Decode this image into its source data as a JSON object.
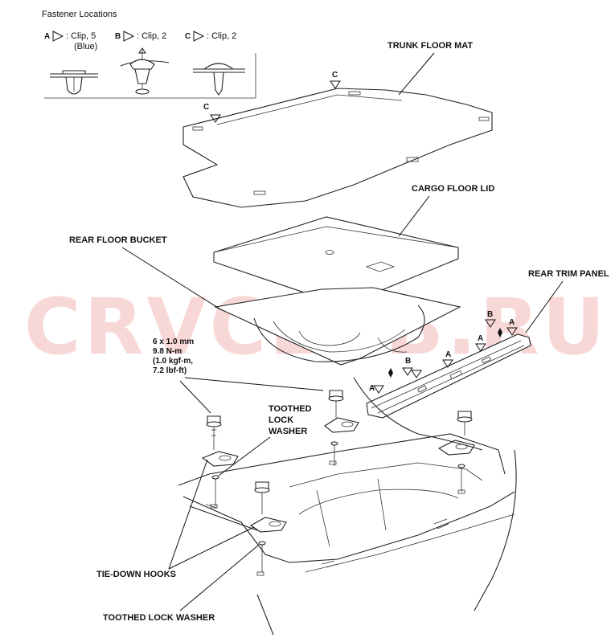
{
  "header": {
    "title": "Fastener Locations",
    "fasteners": [
      {
        "letter": "A",
        "desc": ": Clip, 5",
        "note": "(Blue)"
      },
      {
        "letter": "B",
        "desc": ": Clip, 2",
        "note": ""
      },
      {
        "letter": "C",
        "desc": ": Clip, 2",
        "note": ""
      }
    ]
  },
  "labels": {
    "trunk_floor_mat": "TRUNK FLOOR MAT",
    "cargo_floor_lid": "CARGO FLOOR LID",
    "rear_floor_bucket": "REAR FLOOR BUCKET",
    "rear_trim_panel": "REAR TRIM PANEL",
    "torque": [
      "6 x 1.0 mm",
      "9.8 N-m",
      "(1.0 kgf-m,",
      "7.2 lbf-ft)"
    ],
    "toothed_lock_washer_upper": [
      "TOOTHED",
      "LOCK",
      "WASHER"
    ],
    "tie_down_hooks": "TIE-DOWN HOOKS",
    "toothed_lock_washer_lower": "TOOTHED LOCK WASHER"
  },
  "callouts": {
    "c1": "C",
    "c2": "C",
    "a1": "A",
    "a2": "A",
    "a3": "A",
    "a4": "A",
    "b1": "B",
    "b2": "B"
  },
  "watermark": "CRVCLUB.RU",
  "colors": {
    "watermark": "#f4b8b8",
    "ink": "#111111"
  }
}
